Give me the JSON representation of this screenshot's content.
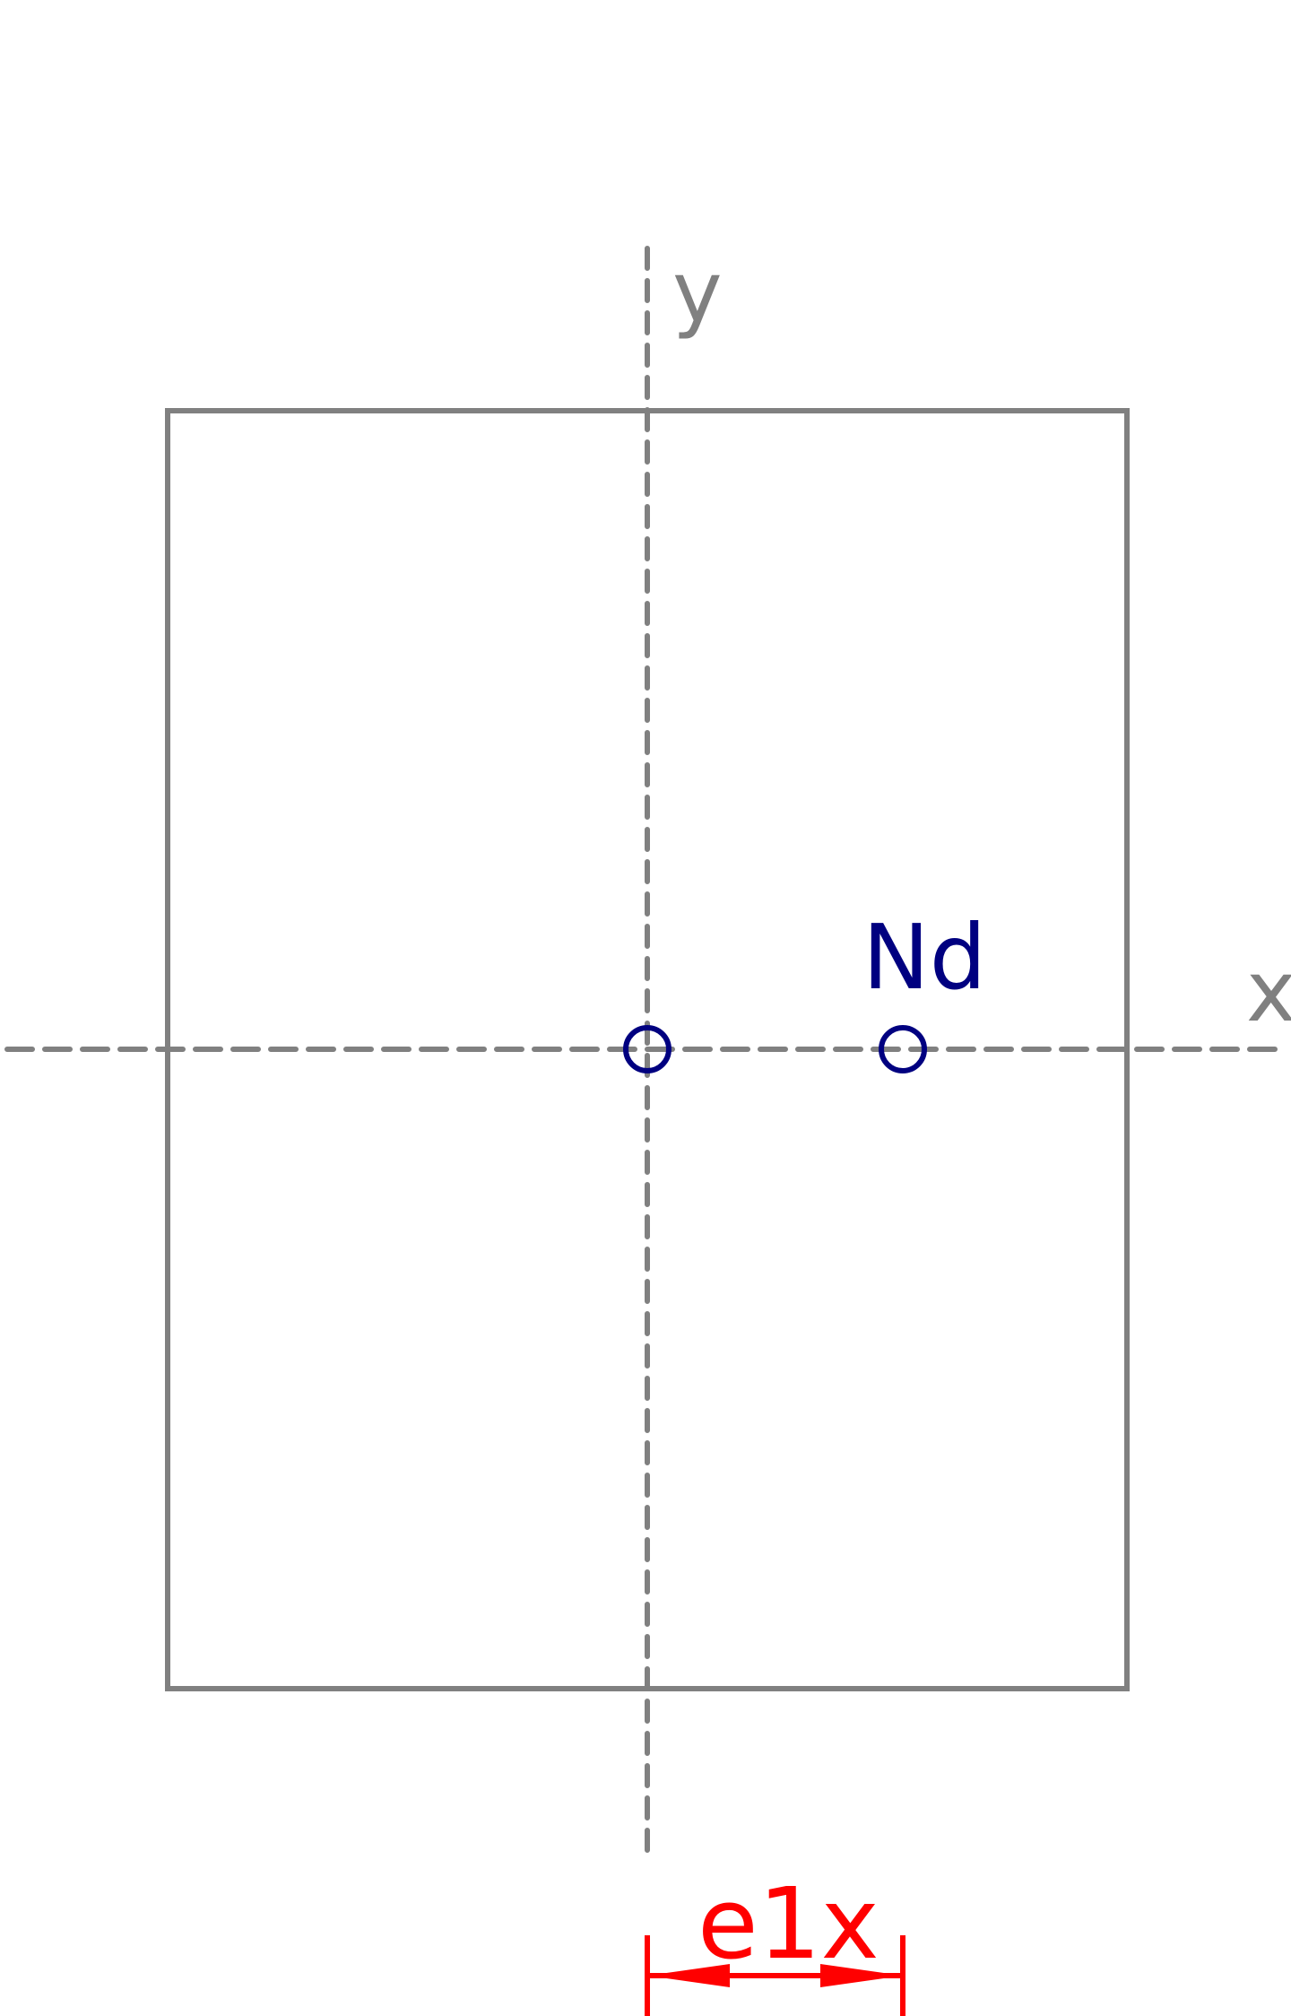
{
  "diagram": {
    "labels": {
      "y_axis": "y",
      "x_axis": "x",
      "load": "Nd",
      "eccentricity": "e1x"
    },
    "colors": {
      "section": "#808080",
      "axes": "#808080",
      "load": "#000080",
      "dimension": "#ff0000",
      "background": "#ffffff"
    }
  }
}
